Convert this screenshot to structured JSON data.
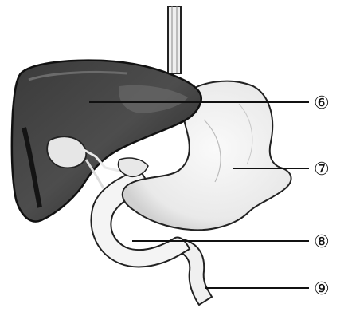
{
  "diagram": {
    "labels": [
      {
        "id": "6",
        "text": "⑥",
        "points_to": "liver"
      },
      {
        "id": "7",
        "text": "⑦",
        "points_to": "stomach"
      },
      {
        "id": "8",
        "text": "⑧",
        "points_to": "duodenum"
      },
      {
        "id": "9",
        "text": "⑨",
        "points_to": "small-intestine"
      }
    ],
    "colors": {
      "liver_dark": "#1a1a1a",
      "liver_mid": "#5a5a5a",
      "organ_light": "#f2f2f2",
      "outline": "#222222",
      "background": "#ffffff"
    }
  }
}
